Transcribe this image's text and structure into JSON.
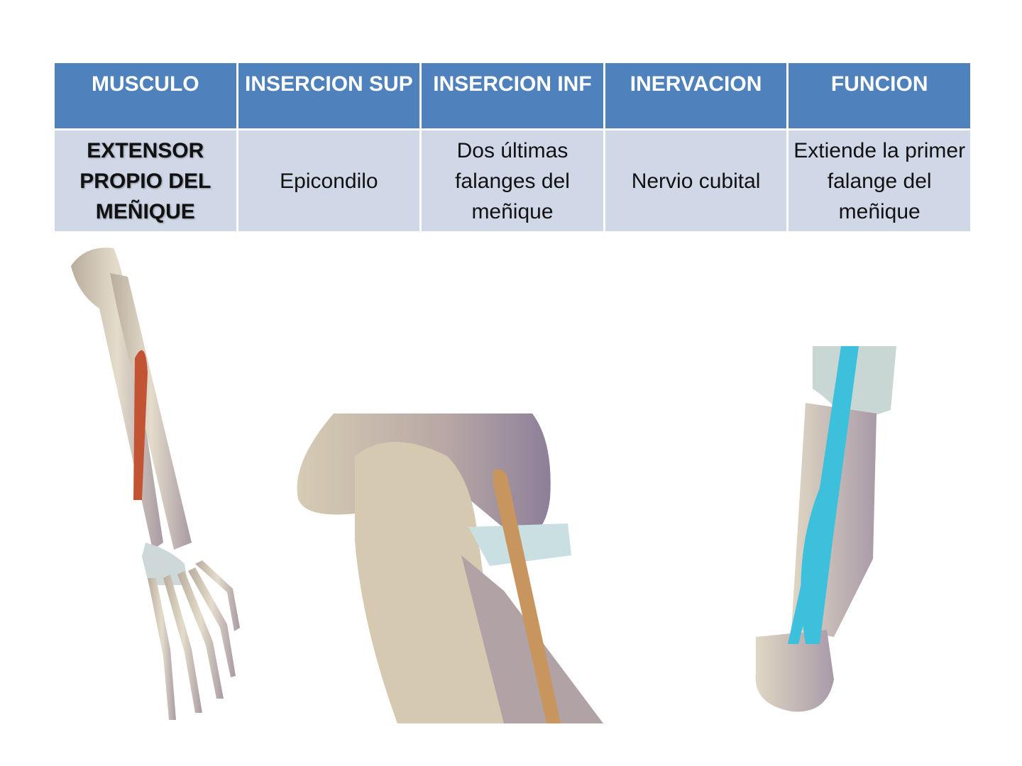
{
  "table": {
    "headers": [
      "MUSCULO",
      "INSERCION SUP",
      "INSERCION INF",
      "INERVACION",
      "FUNCION"
    ],
    "rows": [
      {
        "musculo": "EXTENSOR PROPIO DEL MEÑIQUE",
        "insercion_sup": "Epicondilo",
        "insercion_inf": "Dos últimas falanges del meñique",
        "inervacion": "Nervio cubital",
        "funcion": "Extiende la primer falange del meñique"
      }
    ]
  },
  "colors": {
    "header_bg": "#4f81bd",
    "row_bg": "#d0d8e8",
    "bone": "#d9d0bc",
    "muscle_red": "#c0502e",
    "tendon_orange": "#c9955e",
    "tendon_cyan": "#3cc0dc"
  },
  "illustrations": [
    {
      "name": "forearm-skeleton-with-muscle"
    },
    {
      "name": "elbow-closeup-with-tendon"
    },
    {
      "name": "finger-with-extensor-tendon"
    }
  ]
}
